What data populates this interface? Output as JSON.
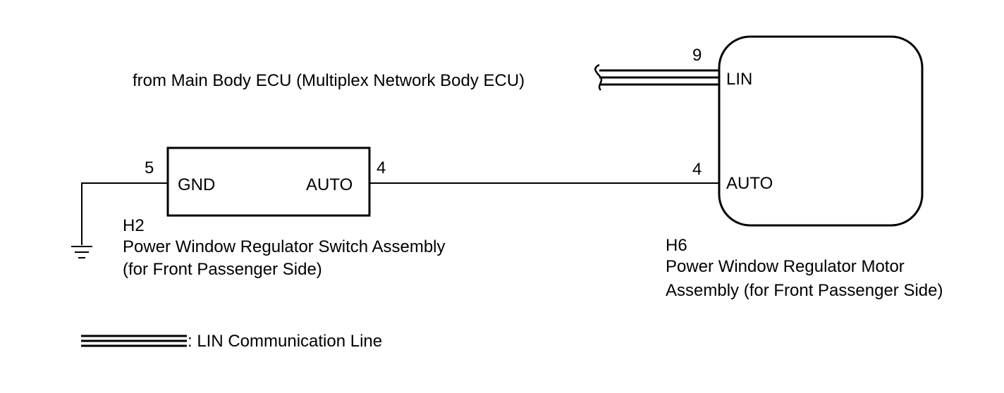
{
  "source": {
    "text": "from Main Body ECU (Multiplex Network Body ECU)"
  },
  "switch_assembly": {
    "code": "H2",
    "name_line1": "Power Window Regulator Switch Assembly",
    "name_line2": "(for Front Passenger Side)",
    "pins": {
      "gnd_number": "5",
      "gnd_label": "GND",
      "auto_number": "4",
      "auto_label": "AUTO"
    }
  },
  "motor_assembly": {
    "code": "H6",
    "name_line1": "Power Window Regulator Motor",
    "name_line2": "Assembly (for Front Passenger Side)",
    "pins": {
      "lin_number": "9",
      "lin_label": "LIN",
      "auto_number": "4",
      "auto_label": "AUTO"
    }
  },
  "legend": {
    "text": ": LIN Communication Line"
  },
  "colors": {
    "line": "#000000",
    "background": "#ffffff"
  }
}
